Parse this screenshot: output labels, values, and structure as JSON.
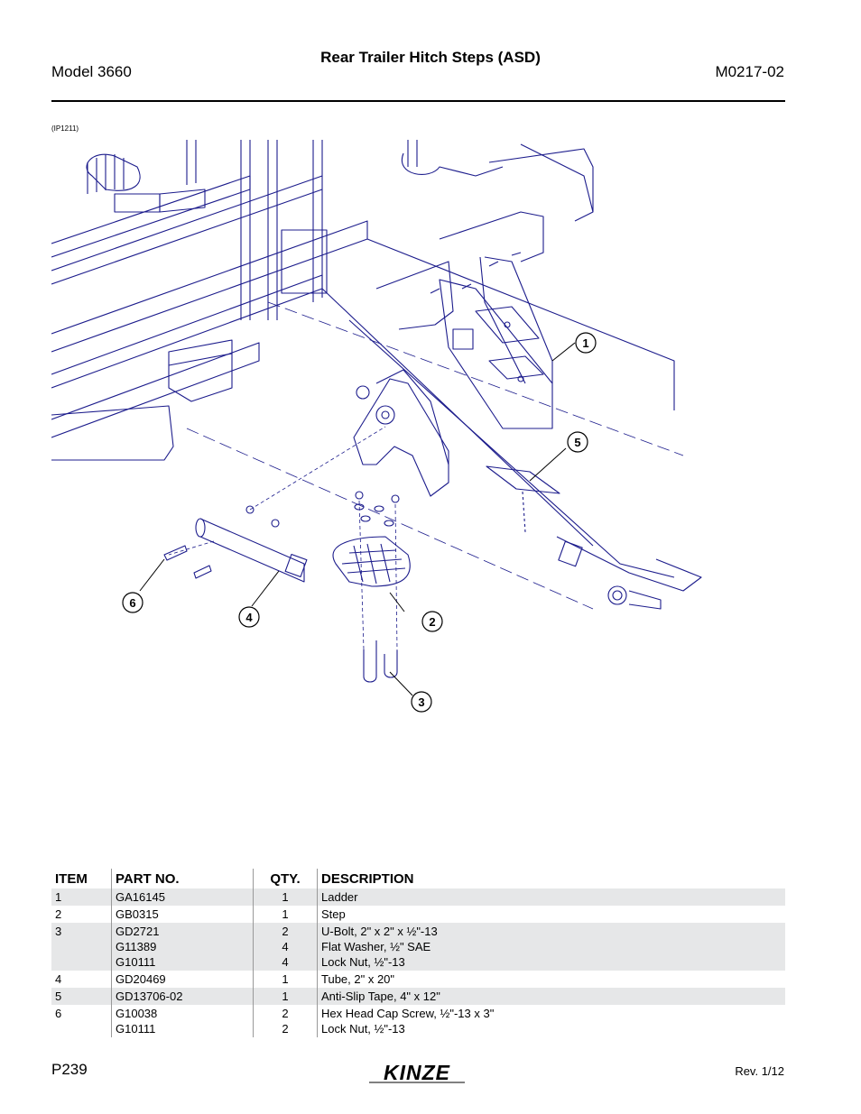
{
  "header": {
    "model": "Model 3660",
    "title": "Rear Trailer Hitch Steps (ASD)",
    "doc_code": "M0217-02"
  },
  "figure": {
    "ref": "(IP1211)",
    "callouts": [
      "1",
      "2",
      "3",
      "4",
      "5",
      "6"
    ],
    "line_color": "#1c1c8c"
  },
  "table": {
    "headers": [
      "ITEM",
      "PART NO.",
      "QTY.",
      "DESCRIPTION"
    ],
    "rows": [
      {
        "item": "1",
        "parts": [
          "GA16145"
        ],
        "qty": [
          "1"
        ],
        "desc": [
          "Ladder"
        ]
      },
      {
        "item": "2",
        "parts": [
          "GB0315"
        ],
        "qty": [
          "1"
        ],
        "desc": [
          "Step"
        ]
      },
      {
        "item": "3",
        "parts": [
          "GD2721",
          "G11389",
          "G10111"
        ],
        "qty": [
          "2",
          "4",
          "4"
        ],
        "desc": [
          "U-Bolt, 2\" x 2\" x ½\"-13",
          "Flat Washer, ½\" SAE",
          "Lock Nut, ½\"-13"
        ]
      },
      {
        "item": "4",
        "parts": [
          "GD20469"
        ],
        "qty": [
          "1"
        ],
        "desc": [
          "Tube, 2\" x 20\""
        ]
      },
      {
        "item": "5",
        "parts": [
          "GD13706-02"
        ],
        "qty": [
          "1"
        ],
        "desc": [
          "Anti-Slip Tape, 4\" x 12\""
        ]
      },
      {
        "item": "6",
        "parts": [
          "G10038",
          "G10111"
        ],
        "qty": [
          "2",
          "2"
        ],
        "desc": [
          "Hex Head Cap Screw, ½\"-13 x 3\"",
          "Lock Nut, ½\"-13"
        ]
      }
    ],
    "shade_color": "#e6e7e8"
  },
  "footer": {
    "page": "P239",
    "logo_text": "KINZE",
    "revision": "Rev. 1/12"
  }
}
